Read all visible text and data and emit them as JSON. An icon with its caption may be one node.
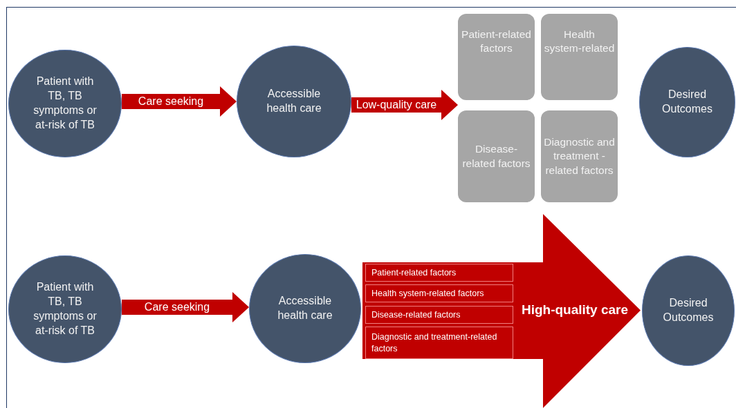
{
  "diagram": {
    "nodes": [
      {
        "text": [
          "Patient with TB, TB symptoms or at-risk of TB"
        ]
      },
      {
        "text": [
          "Accessible health care"
        ]
      },
      {
        "text": [
          "Patient-related factors"
        ]
      },
      {
        "text": [
          "Health system-related"
        ]
      },
      {
        "text": [
          "Disease-related factors"
        ]
      },
      {
        "text": [
          "Diagnostic and treatment -related factors"
        ]
      },
      {
        "text": [
          "Desired Outcomes"
        ]
      },
      {
        "text": [
          "Patient with TB, TB symptoms or at-risk of TB"
        ]
      },
      {
        "text": [
          "Accessible health care"
        ]
      },
      {
        "text": [
          "High-quality care"
        ]
      },
      {
        "text": [
          "Patient-related factors"
        ],
        "in": 9
      },
      {
        "text": [
          "Health system-related factors"
        ],
        "in": 9
      },
      {
        "text": [
          "Disease-related factors"
        ],
        "in": 9
      },
      {
        "text": [
          "Diagnostic and treatment-related factors"
        ],
        "in": 9
      },
      {
        "text": [
          "Desired Outcomes"
        ]
      }
    ],
    "edges": [
      {
        "from": 0,
        "to": 1,
        "arrow": "to",
        "label": "Care seeking"
      },
      {
        "from": 1,
        "to": 2,
        "arrow": "to",
        "label": "Low-quality care"
      },
      {
        "from": 7,
        "to": 8,
        "arrow": "to",
        "label": "Care seeking"
      }
    ]
  }
}
